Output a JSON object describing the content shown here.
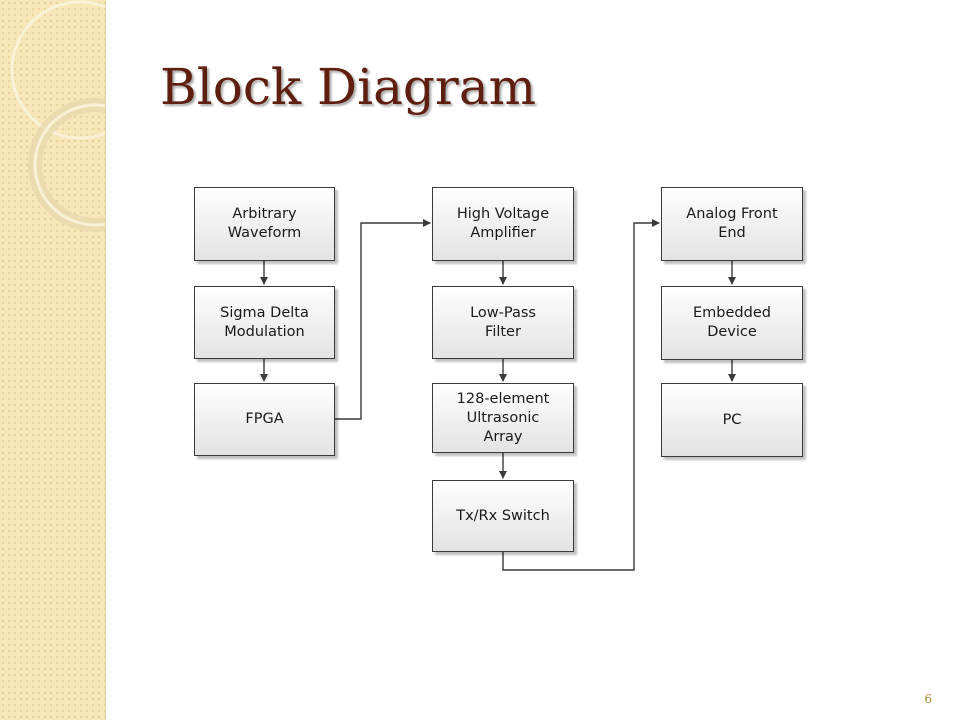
{
  "slide": {
    "title": "Block Diagram",
    "page_number": "6"
  },
  "diagram": {
    "blocks": [
      {
        "id": "arbitrary-waveform",
        "label": "Arbitrary\nWaveform"
      },
      {
        "id": "sigma-delta-modulation",
        "label": "Sigma Delta\nModulation"
      },
      {
        "id": "fpga",
        "label": "FPGA"
      },
      {
        "id": "high-voltage-amplifier",
        "label": "High Voltage\nAmplifier"
      },
      {
        "id": "low-pass-filter",
        "label": "Low-Pass\nFilter"
      },
      {
        "id": "ultrasonic-array",
        "label": "128-element\nUltrasonic\nArray"
      },
      {
        "id": "tx-rx-switch",
        "label": "Tx/Rx Switch"
      },
      {
        "id": "analog-front-end",
        "label": "Analog Front\nEnd"
      },
      {
        "id": "embedded-device",
        "label": "Embedded\nDevice"
      },
      {
        "id": "pc",
        "label": "PC"
      }
    ],
    "connections": [
      {
        "from": "arbitrary-waveform",
        "to": "sigma-delta-modulation"
      },
      {
        "from": "sigma-delta-modulation",
        "to": "fpga"
      },
      {
        "from": "fpga",
        "to": "high-voltage-amplifier"
      },
      {
        "from": "high-voltage-amplifier",
        "to": "low-pass-filter"
      },
      {
        "from": "low-pass-filter",
        "to": "ultrasonic-array"
      },
      {
        "from": "ultrasonic-array",
        "to": "tx-rx-switch"
      },
      {
        "from": "tx-rx-switch",
        "to": "analog-front-end"
      },
      {
        "from": "analog-front-end",
        "to": "embedded-device"
      },
      {
        "from": "embedded-device",
        "to": "pc"
      }
    ]
  }
}
